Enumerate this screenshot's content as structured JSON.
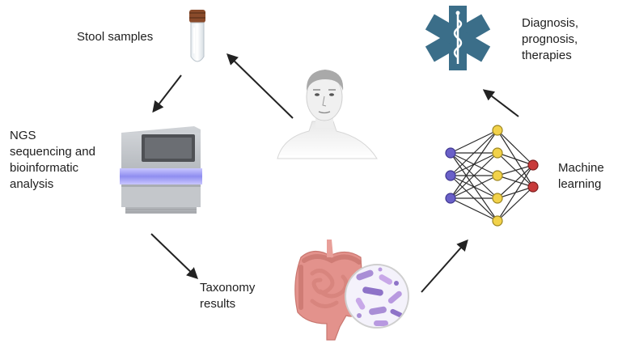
{
  "labels": {
    "stool": "Stool samples",
    "ngs": "NGS\nsequencing and\nbioinformatic\nanalysis",
    "taxonomy": "Taxonomy\nresults",
    "ml": "Machine\nlearning",
    "diagnosis": "Diagnosis,\nprognosis,\ntherapies"
  },
  "icons": [
    "stool-tube-icon",
    "sequencer-icon",
    "person-icon",
    "intestine-icon",
    "bacteria-icon",
    "neural-network-icon",
    "medical-star-of-life-icon"
  ],
  "colors": {
    "arrow": "#222222",
    "medical_icon": "#3b6e89",
    "sequencer_glow": "#8f8ef0",
    "nn_input": "#6a60c8",
    "nn_hidden": "#f2d24a",
    "nn_output": "#c83a3a",
    "intestine": "#e3928c"
  }
}
